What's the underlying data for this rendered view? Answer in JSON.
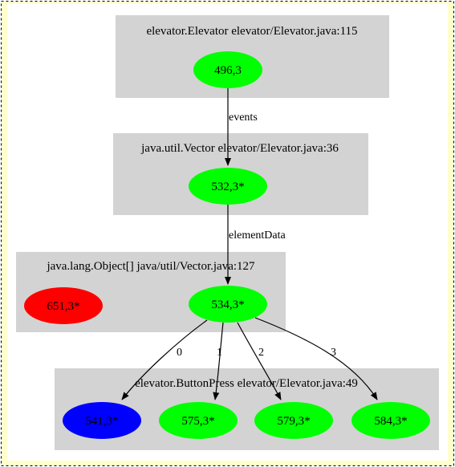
{
  "colors": {
    "canvas_bg": "#ffffcc",
    "cluster_fill": "#d3d3d3",
    "node_green": "#00ff00",
    "node_red": "#ff0000",
    "node_blue": "#0000ff",
    "edge": "#000000"
  },
  "clusters": [
    {
      "id": "c1",
      "label": "elevator.Elevator elevator/Elevator.java:115"
    },
    {
      "id": "c2",
      "label": "java.util.Vector elevator/Elevator.java:36"
    },
    {
      "id": "c3",
      "label": "java.lang.Object[] java/util/Vector.java:127"
    },
    {
      "id": "c4",
      "label": "elevator.ButtonPress elevator/Elevator.java:49"
    }
  ],
  "nodes": [
    {
      "id": "n496",
      "label": "496,3",
      "color": "green"
    },
    {
      "id": "n532",
      "label": "532,3*",
      "color": "green"
    },
    {
      "id": "n651",
      "label": "651,3*",
      "color": "red"
    },
    {
      "id": "n534",
      "label": "534,3*",
      "color": "green"
    },
    {
      "id": "n541",
      "label": "541,3*",
      "color": "blue"
    },
    {
      "id": "n575",
      "label": "575,3*",
      "color": "green"
    },
    {
      "id": "n579",
      "label": "579,3*",
      "color": "green"
    },
    {
      "id": "n584",
      "label": "584,3*",
      "color": "green"
    }
  ],
  "edges": [
    {
      "from": "n496",
      "to": "n532",
      "label": "events"
    },
    {
      "from": "n532",
      "to": "n534",
      "label": "elementData"
    },
    {
      "from": "n534",
      "to": "n541",
      "label": "0"
    },
    {
      "from": "n534",
      "to": "n575",
      "label": "1"
    },
    {
      "from": "n534",
      "to": "n579",
      "label": "2"
    },
    {
      "from": "n534",
      "to": "n584",
      "label": "3"
    }
  ]
}
